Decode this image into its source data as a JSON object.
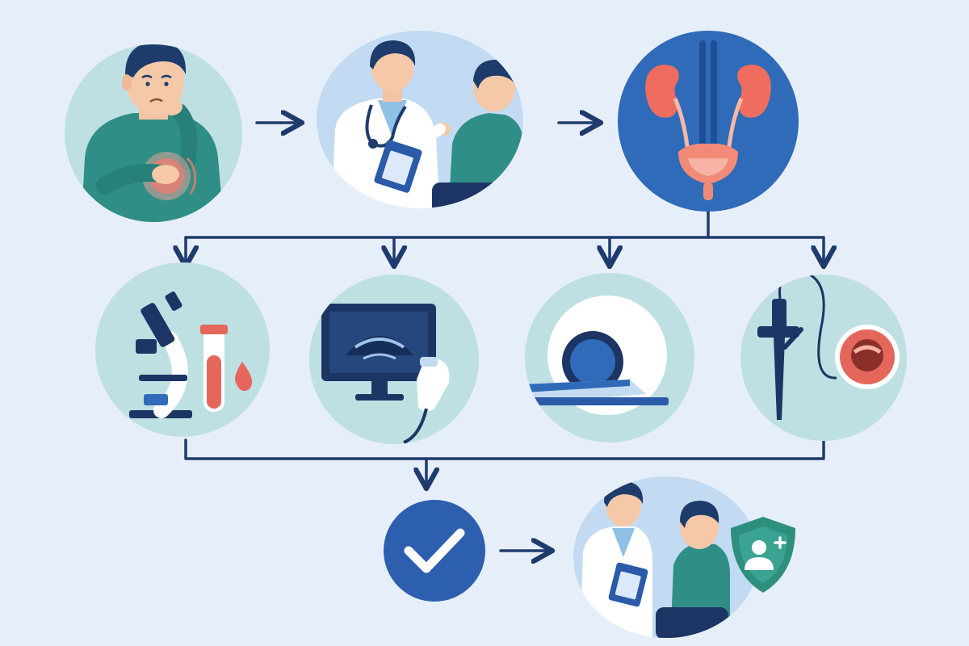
{
  "colors": {
    "background": "#e6eff9",
    "connector": "#1f3b6e",
    "circle_light_teal": "#bfe0e3",
    "circle_light_blue": "#c3dbf2",
    "circle_dark_blue": "#2f6bb8",
    "check_circle": "#2c5fae",
    "patient_shirt": "#2f8f86",
    "doctor_coat": "#ffffff",
    "accent_red": "#e5675c",
    "navy": "#1d3564",
    "shield_green": "#2e8f7f"
  },
  "flow": {
    "row1": [
      {
        "step": "symptom",
        "icon": "patient-pain-icon"
      },
      {
        "step": "consultation",
        "icon": "doctor-consultation-icon"
      },
      {
        "step": "urinary-system",
        "icon": "urinary-system-icon"
      }
    ],
    "row2": [
      {
        "step": "lab-test",
        "icon": "microscope-blood-test-icon"
      },
      {
        "step": "ultrasound",
        "icon": "ultrasound-icon"
      },
      {
        "step": "ct-scan",
        "icon": "ct-scanner-icon"
      },
      {
        "step": "cystoscopy",
        "icon": "cystoscope-icon"
      }
    ],
    "row3": [
      {
        "step": "confirmation",
        "icon": "checkmark-icon"
      },
      {
        "step": "treatment-followup",
        "icon": "doctor-patient-care-icon"
      }
    ]
  }
}
